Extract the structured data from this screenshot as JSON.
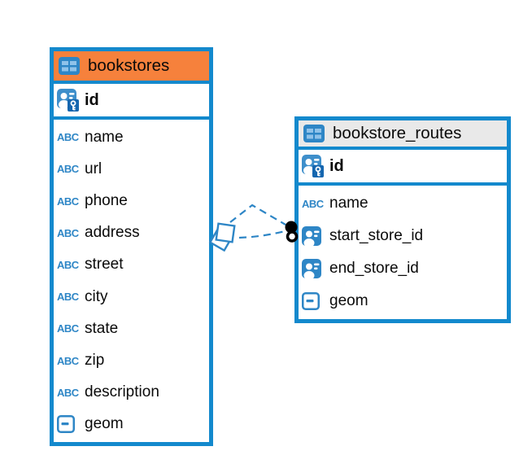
{
  "canvas": {
    "background": "#ffffff"
  },
  "colors": {
    "table_border": "#1389CD",
    "bookstores_header_bg": "#F6813C",
    "routes_header_bg": "#E9E9E9",
    "icon_blue": "#2E86C6",
    "icon_blue_light": "#8FC2E9",
    "pk_badge_blue": "#1566AF",
    "connector_blue": "#2E86C6",
    "endpoint_black": "#000000",
    "text_color": "#0A0A0A"
  },
  "icons": {
    "text_type_glyph": "ABC"
  },
  "tables": [
    {
      "name": "bookstores",
      "header_variant": "orange",
      "key_field": {
        "name": "id",
        "icon": "primary-key"
      },
      "fields": [
        {
          "name": "name",
          "icon": "text-type"
        },
        {
          "name": "url",
          "icon": "text-type"
        },
        {
          "name": "phone",
          "icon": "text-type"
        },
        {
          "name": "address",
          "icon": "text-type"
        },
        {
          "name": "street",
          "icon": "text-type"
        },
        {
          "name": "city",
          "icon": "text-type"
        },
        {
          "name": "state",
          "icon": "text-type"
        },
        {
          "name": "zip",
          "icon": "text-type"
        },
        {
          "name": "description",
          "icon": "text-type"
        },
        {
          "name": "geom",
          "icon": "geometry"
        }
      ]
    },
    {
      "name": "bookstore_routes",
      "header_variant": "gray",
      "key_field": {
        "name": "id",
        "icon": "primary-key"
      },
      "fields": [
        {
          "name": "name",
          "icon": "text-type"
        },
        {
          "name": "start_store_id",
          "icon": "reference"
        },
        {
          "name": "end_store_id",
          "icon": "reference"
        },
        {
          "name": "geom",
          "icon": "geometry"
        }
      ]
    }
  ],
  "relationships": [
    {
      "from": "bookstores",
      "to": "bookstore_routes",
      "line_style": "dashed",
      "source_marker": "stacked-squares",
      "target_marker": "filled-dot"
    },
    {
      "from": "bookstores",
      "to": "bookstore_routes",
      "line_style": "dashed",
      "source_marker": "stacked-squares",
      "target_marker": "ring-dot"
    }
  ]
}
